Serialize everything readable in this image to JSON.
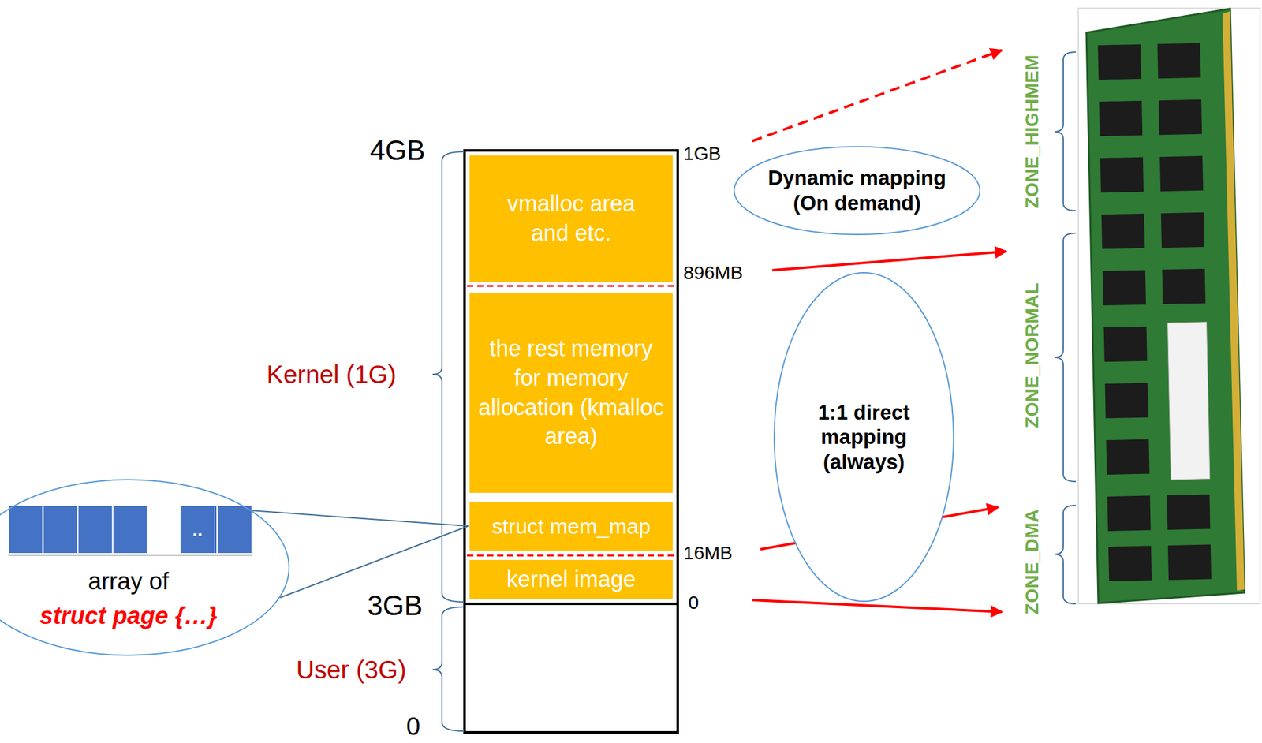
{
  "diagram": {
    "nodes": [
      {
        "text": [
          "vmalloc area and etc."
        ]
      },
      {
        "text": [
          "the rest memory for memory allocation (kmalloc area)"
        ]
      },
      {
        "text": [
          "struct mem_map"
        ]
      },
      {
        "text": [
          "kernel image"
        ]
      },
      {
        "text": [
          "Dynamic mapping (On demand)"
        ]
      },
      {
        "text": [
          "1:1 direct mapping (always)"
        ]
      },
      {
        "text": [
          "array of",
          "struct page {…}"
        ]
      },
      {
        "text": [
          ".."
        ],
        "in": 6
      }
    ],
    "edges": [
      {
        "from": 6,
        "to": 2,
        "arrow": "none"
      }
    ],
    "labels": [
      "4GB",
      "Kernel (1G)",
      "3GB",
      "User (3G)",
      "0",
      "1GB",
      "896MB",
      "16MB",
      "0",
      "ZONE_HIGHMEM",
      "ZONE_NORMAL",
      "ZONE_DMA"
    ]
  }
}
